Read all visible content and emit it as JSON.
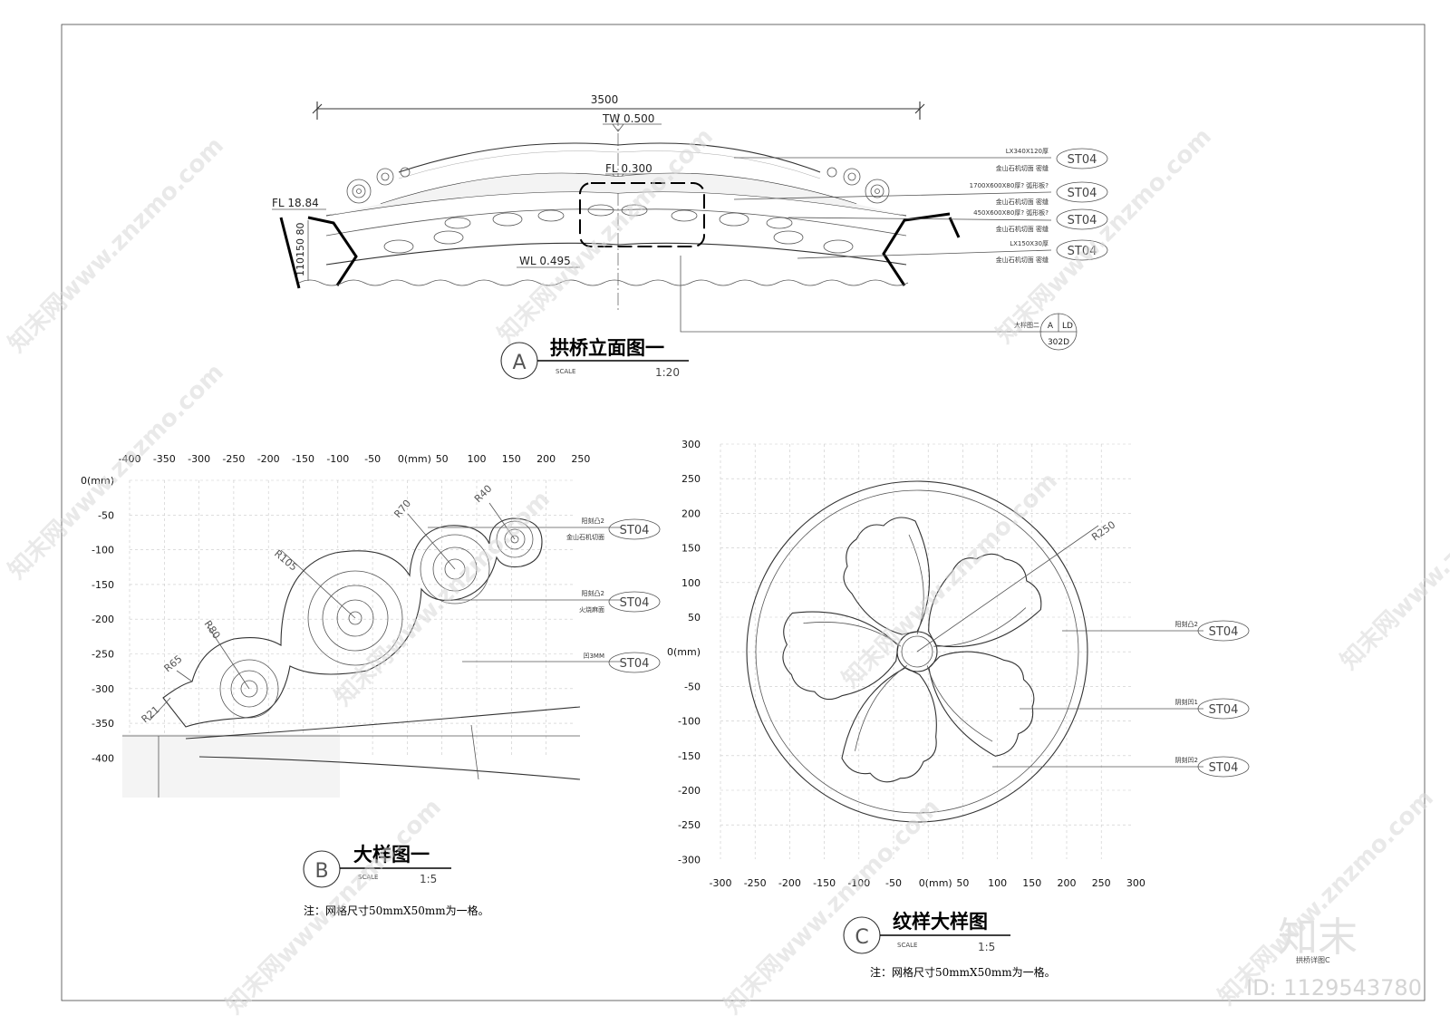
{
  "view_a": {
    "title": "拱桥立面图一",
    "circle_label": "A",
    "scale_label": "SCALE",
    "scale_value": "1:20",
    "dim_width": "3500",
    "tw_level": "TW 0.500",
    "fl_level": "FL 0.300",
    "fl_left": "FL 18.84",
    "wl_level": "WL 0.495",
    "height_dims": "110150 80",
    "callouts": [
      {
        "desc": "LX340X120厚",
        "sub": "金山石机切面 密缝",
        "tag": "ST04"
      },
      {
        "desc": "1700X600X80厚? 弧形板?",
        "sub": "金山石机切面 密缝",
        "tag": "ST04"
      },
      {
        "desc": "450X600X80厚? 弧形板?",
        "sub": "金山石机切面 密缝",
        "tag": "ST04"
      },
      {
        "desc": "LX150X30厚",
        "sub": "金山石机切面 密缝",
        "tag": "ST04"
      }
    ],
    "detail_ref": {
      "label": "大样图二",
      "letter": "A",
      "sheet": "LD",
      "number": "302D"
    }
  },
  "view_b": {
    "title": "大样图一",
    "circle_label": "B",
    "scale_label": "SCALE",
    "scale_value": "1:5",
    "note": "注：网格尺寸50mmX50mm为一格。",
    "x_ticks": [
      "-400",
      "-350",
      "-300",
      "-250",
      "-200",
      "-150",
      "-100",
      "-50",
      "0(mm)",
      "50",
      "100",
      "150",
      "200",
      "250"
    ],
    "y_ticks": [
      "0(mm)",
      "-50",
      "-100",
      "-150",
      "-200",
      "-250",
      "-300",
      "-350",
      "-400"
    ],
    "radius_marks": [
      "R40",
      "R70",
      "R105",
      "R80",
      "R65",
      "R21"
    ],
    "callouts": [
      {
        "desc": "阳刻凸2",
        "sub": "金山石机切面",
        "tag": "ST04"
      },
      {
        "desc": "阳刻凸2",
        "sub": "火烧麻面",
        "tag": "ST04"
      },
      {
        "desc": "凹3MM",
        "sub": "",
        "tag": "ST04"
      }
    ]
  },
  "view_c": {
    "title": "纹样大样图",
    "circle_label": "C",
    "scale_label": "SCALE",
    "scale_value": "1:5",
    "note": "注：网格尺寸50mmX50mm为一格。",
    "x_ticks": [
      "-300",
      "-250",
      "-200",
      "-150",
      "-100",
      "-50",
      "0(mm)",
      "50",
      "100",
      "150",
      "200",
      "250",
      "300"
    ],
    "y_ticks": [
      "300",
      "250",
      "200",
      "150",
      "100",
      "50",
      "0(mm)",
      "-50",
      "-100",
      "-150",
      "-200",
      "-250",
      "-300"
    ],
    "radius_mark": "R250",
    "callouts": [
      {
        "desc": "阳刻凸2",
        "tag": "ST04"
      },
      {
        "desc": "阴刻凹1",
        "tag": "ST04"
      },
      {
        "desc": "阴刻凹2",
        "tag": "ST04"
      }
    ]
  },
  "watermark": {
    "text": "知末网www.znzmo.com",
    "logo": "知末",
    "id_label": "ID: 1129543780",
    "small_label": "拱桥详图C"
  }
}
